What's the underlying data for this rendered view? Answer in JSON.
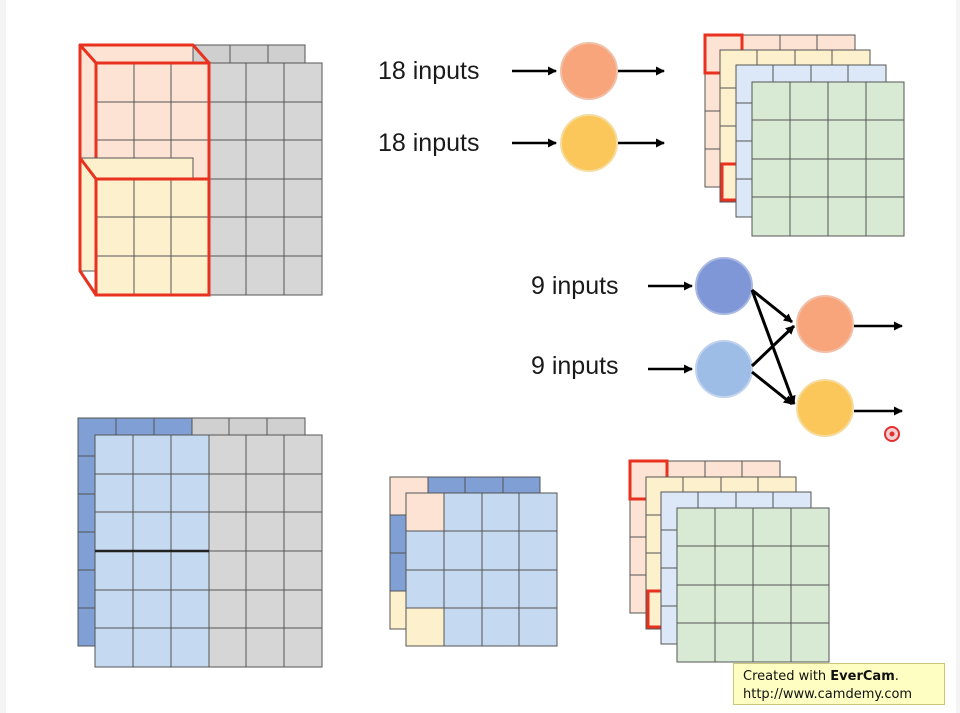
{
  "labels": {
    "inputs_18_a": "18 inputs",
    "inputs_18_b": "18 inputs",
    "inputs_9_a": "9 inputs",
    "inputs_9_b": "9 inputs"
  },
  "watermark": {
    "prefix": "Created with ",
    "brand": "EverCam",
    "suffix": ".",
    "url": "http://www.camdemy.com"
  },
  "colors": {
    "gray": "#d6d6d6",
    "gray_dark": "#b5b5b5",
    "salmon": "#fde3d4",
    "cream": "#fdf0cc",
    "light_blue": "#dce8f7",
    "green": "#d9ead4",
    "blue_cell": "#c5d9f1",
    "blue_dark": "#7f9fd5",
    "red": "#e8311e",
    "node_orange": "#f8a57c",
    "node_yellow": "#fbc65a",
    "node_blue_dark": "#7f97d6",
    "node_blue_light": "#9dbce6"
  }
}
